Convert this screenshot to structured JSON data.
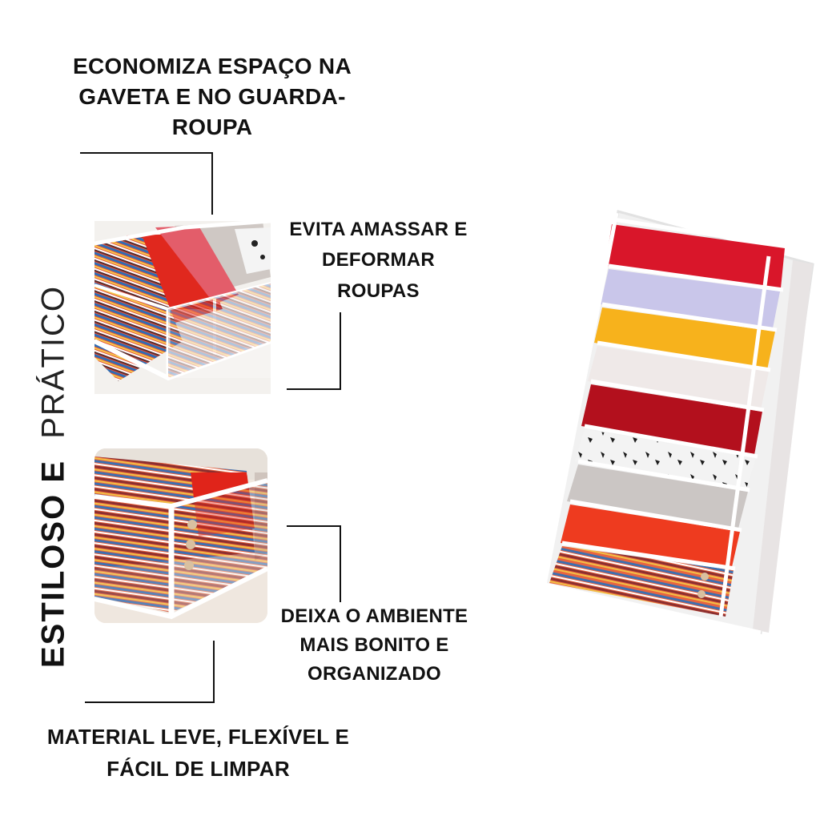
{
  "captions": {
    "top": [
      "ECONOMIZA ESPAÇO NA",
      "GAVETA E NO GUARDA-",
      "ROUPA"
    ],
    "right1": [
      "EVITA AMASSAR E",
      "DEFORMAR",
      "ROUPAS"
    ],
    "right2": [
      "DEIXA O AMBIENTE",
      "MAIS BONITO E",
      "ORGANIZADO"
    ],
    "bottom": [
      "MATERIAL LEVE, FLEXÍVEL E",
      "FÁCIL DE LIMPAR"
    ]
  },
  "vertical_title": {
    "bold": "ESTILOSO E",
    "light": "PRÁTICO"
  },
  "images": {
    "organizer_angle_1": "organizer-photo",
    "organizer_angle_2": "organizer-photo",
    "organizer_main": "organizer-photo"
  },
  "colors": {
    "text": "#111111",
    "background": "#ffffff"
  }
}
